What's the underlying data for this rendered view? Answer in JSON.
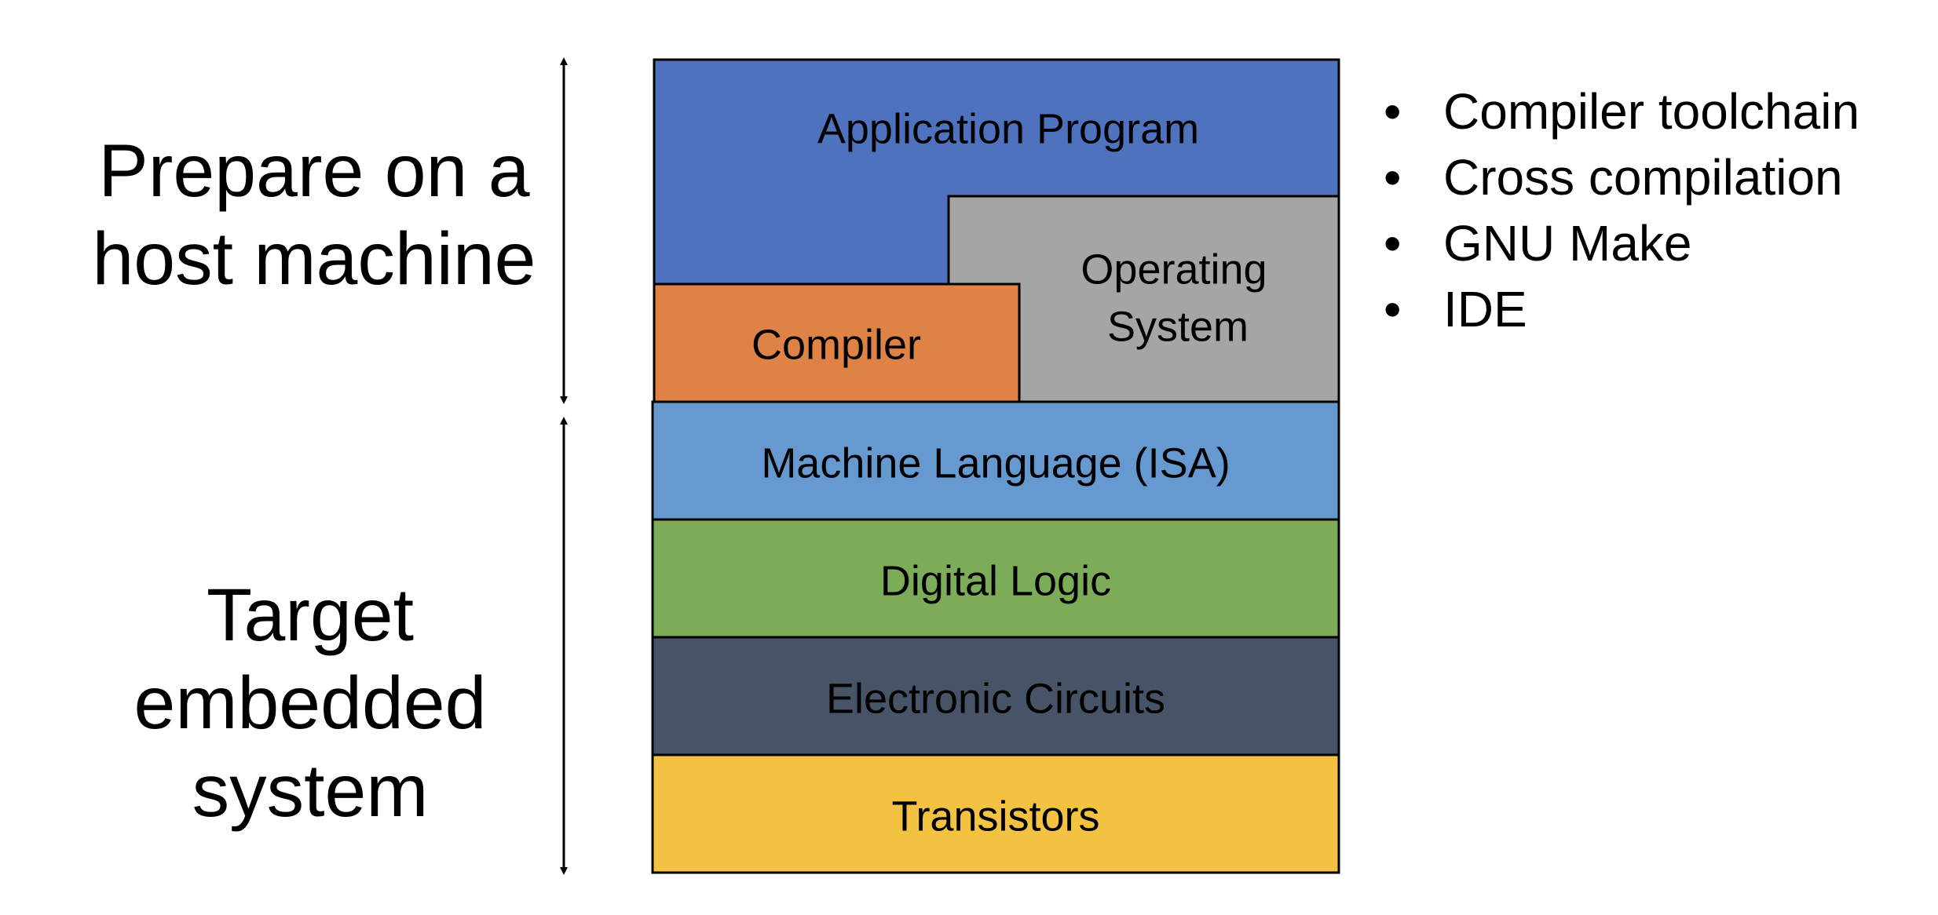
{
  "left_labels": {
    "host": {
      "line1": "Prepare on a",
      "line2": "host machine"
    },
    "target": {
      "line1": "Target",
      "line2": "embedded",
      "line3": "system"
    }
  },
  "layers": {
    "application": {
      "label": "Application Program",
      "color": "#4f72bf"
    },
    "operating_system": {
      "line1": "Operating",
      "line2": "System",
      "color": "#a5a5a5"
    },
    "compiler": {
      "label": "Compiler",
      "color": "#de8345"
    },
    "machine_language": {
      "label": "Machine Language (ISA)",
      "color": "#6699cf"
    },
    "digital_logic": {
      "label": "Digital Logic",
      "color": "#7dac58"
    },
    "electronic_circuits": {
      "label": "Electronic Circuits",
      "color": "#475366"
    },
    "transistors": {
      "label": "Transistors",
      "color": "#f4c242"
    }
  },
  "tools": {
    "bullet": "•",
    "items": [
      "Compiler toolchain",
      "Cross compilation",
      "GNU Make",
      "IDE"
    ]
  }
}
